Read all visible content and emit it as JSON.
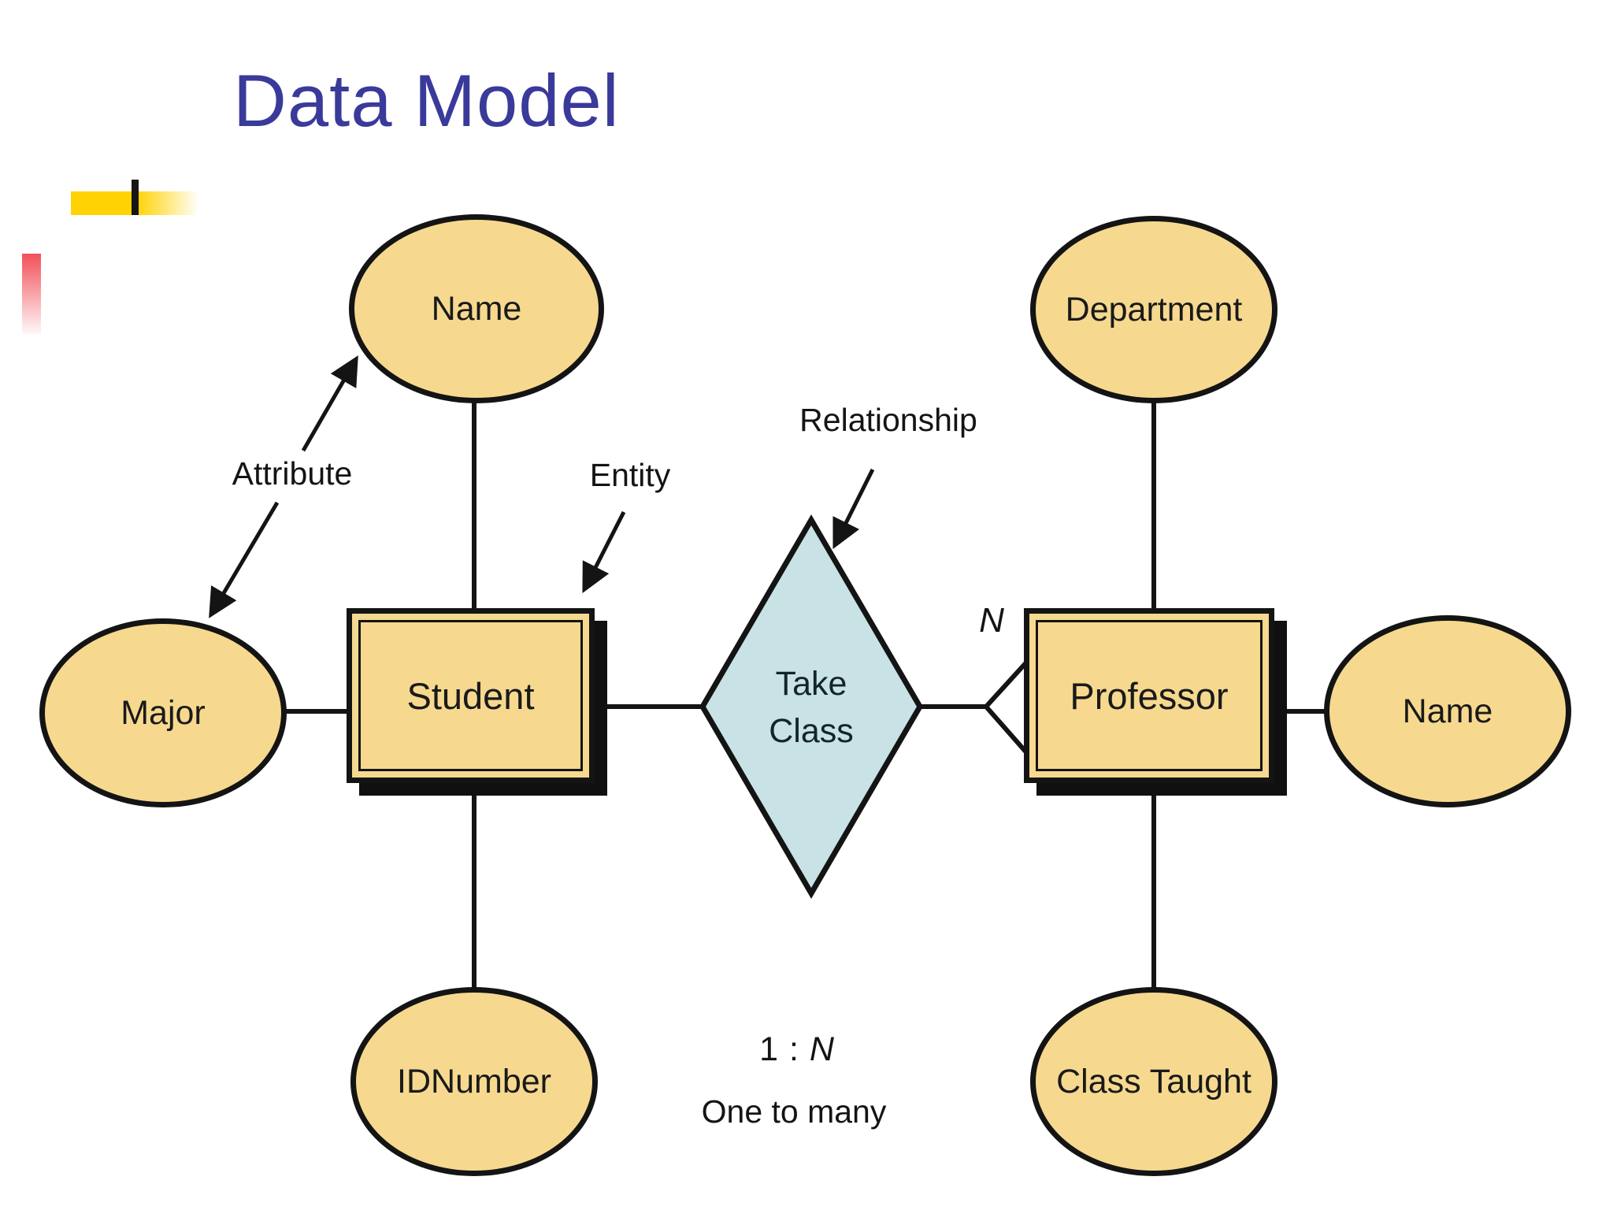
{
  "slide": {
    "title": "Data Model"
  },
  "colors": {
    "title_text": "#3a3a9b",
    "node_fill": "#f6d98f",
    "node_border": "#141414",
    "relationship_fill": "#c8e2e6",
    "accent_yellow": "#ffd203",
    "accent_red": "#f25059",
    "line_color": "#141414"
  },
  "diagram": {
    "attributes": [
      {
        "id": "name-student",
        "label": "Name"
      },
      {
        "id": "department",
        "label": "Department"
      },
      {
        "id": "major",
        "label": "Major"
      },
      {
        "id": "name-professor",
        "label": "Name"
      },
      {
        "id": "idnumber",
        "label": "IDNumber"
      },
      {
        "id": "class-taught",
        "label": "Class Taught"
      }
    ],
    "entities": [
      {
        "id": "student",
        "label": "Student"
      },
      {
        "id": "professor",
        "label": "Professor"
      }
    ],
    "relationship": {
      "line1": "Take",
      "line2": "Class"
    },
    "annotations": {
      "attribute_label": "Attribute",
      "entity_label": "Entity",
      "relationship_label": "Relationship",
      "n_label": "N"
    },
    "cardinality": {
      "ratio_prefix": "1 : ",
      "ratio_n": "N",
      "description": "One to many"
    }
  }
}
